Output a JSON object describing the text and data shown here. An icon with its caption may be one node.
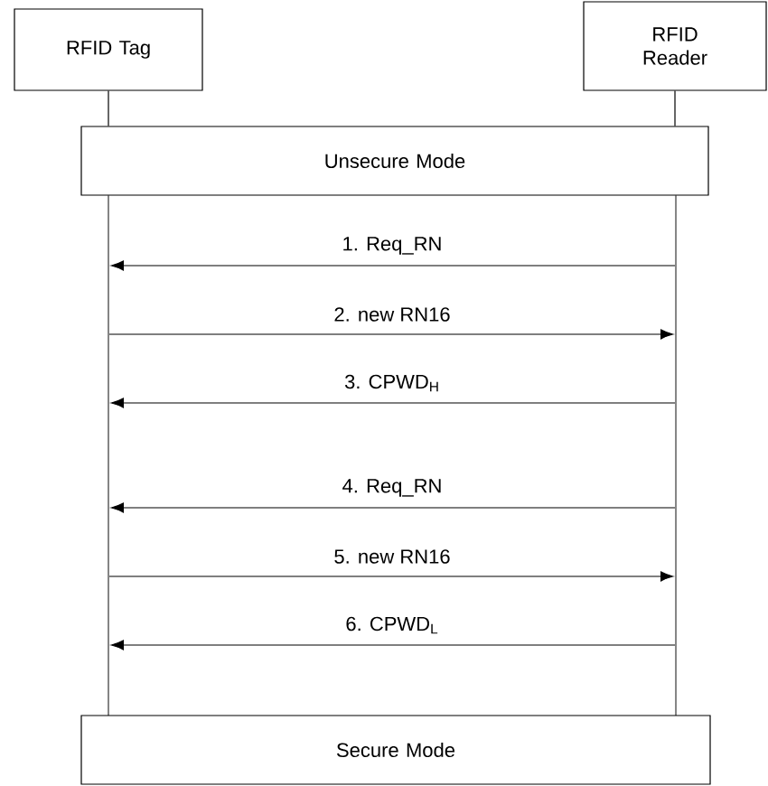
{
  "diagram": {
    "nodes": [
      {
        "text": [
          "RFID Tag"
        ]
      },
      {
        "text": [
          "RFID Reader"
        ]
      },
      {
        "text": [
          "Unsecure Mode"
        ]
      },
      {
        "text": [],
        "shape": "bar"
      },
      {
        "text": [],
        "shape": "bar"
      },
      {
        "text": [
          "Secure Mode"
        ]
      }
    ],
    "edges": [
      {
        "from": 0,
        "to": 2,
        "arrow": "none"
      },
      {
        "from": 1,
        "to": 2,
        "arrow": "none"
      },
      {
        "from": 4,
        "to": 3,
        "arrow": "to",
        "label": "1. Req_RN"
      },
      {
        "from": 3,
        "to": 4,
        "arrow": "to",
        "label": "2. new RN16"
      },
      {
        "from": 4,
        "to": 3,
        "arrow": "to",
        "label": "3. CPWD$_{H}$"
      },
      {
        "from": 4,
        "to": 3,
        "arrow": "to",
        "label": "4. Req_RN"
      },
      {
        "from": 3,
        "to": 4,
        "arrow": "to",
        "label": "5. new RN16"
      },
      {
        "from": 4,
        "to": 3,
        "arrow": "to",
        "label": "6. CPWD$_{L}$"
      }
    ]
  }
}
